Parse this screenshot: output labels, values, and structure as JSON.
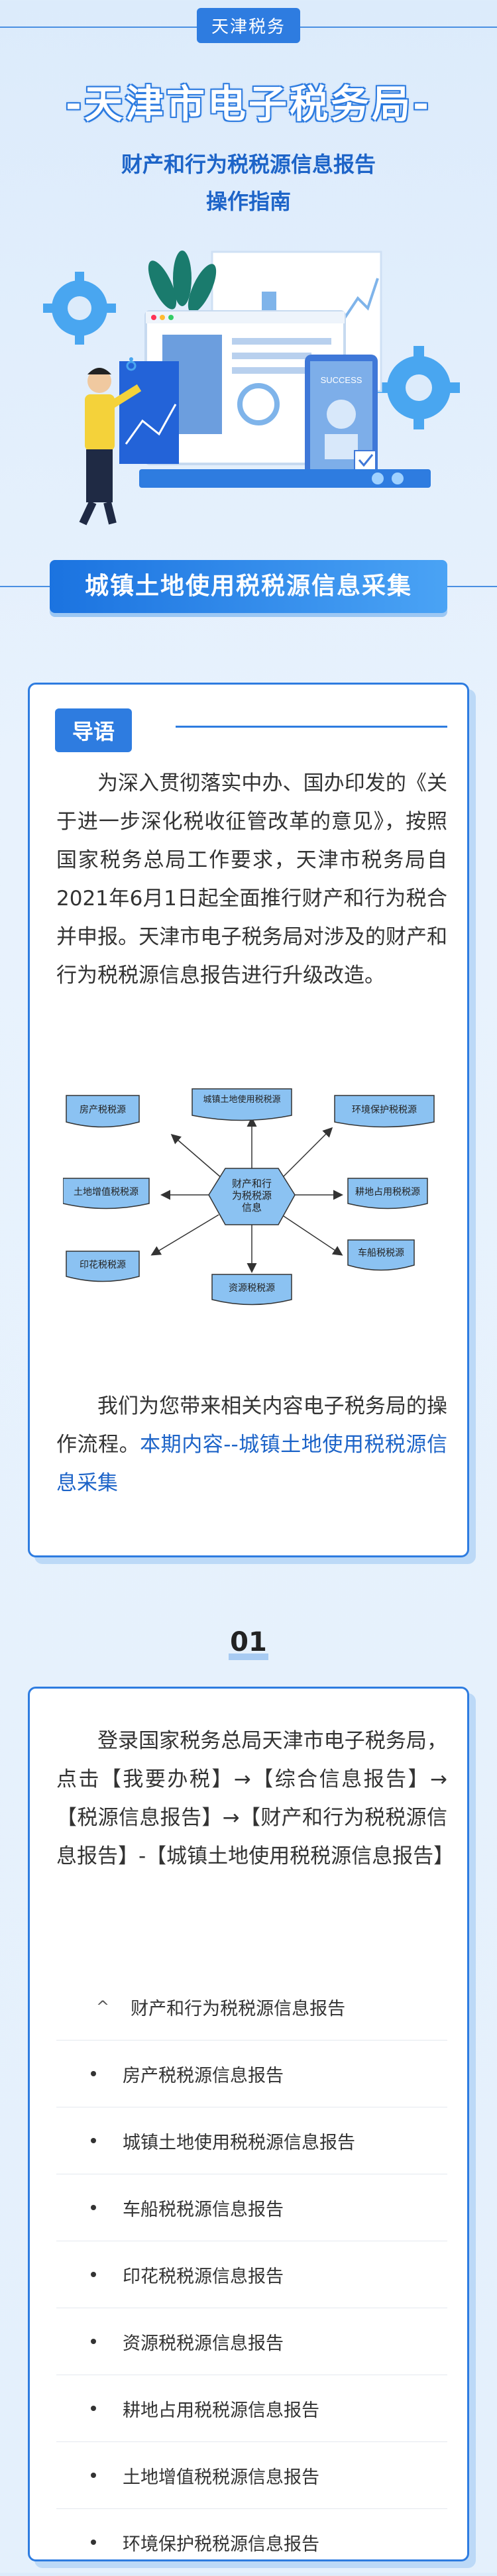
{
  "header": {
    "tag": "天津税务",
    "main_title": "-天津市电子税务局-",
    "subtitle_line1": "财产和行为税税源信息报告",
    "subtitle_line2": "操作指南"
  },
  "hero": {
    "screen_label": "SUCCESS"
  },
  "section_banner": "城镇土地使用税税源信息采集",
  "intro": {
    "tag": "导语",
    "paragraph1": "为深入贯彻落实中办、国办印发的《关于进一步深化税收征管改革的意见》，按照国家税务总局工作要求，天津市税务局自2021年6月1日起全面推行财产和行为税合并申报。天津市电子税务局对涉及的财产和行为税税源信息报告进行升级改造。",
    "paragraph2_plain": "我们为您带来相关内容电子税务局的操作流程。",
    "paragraph2_highlight": "本期内容--城镇土地使用税税源信息采集"
  },
  "diagram": {
    "center": "财产和行为税税源信息",
    "nodes": [
      "房产税税源",
      "城镇土地使用税税源",
      "环境保护税税源",
      "土地增值税税源",
      "耕地占用税税源",
      "印花税税源",
      "车船税税源",
      "资源税税源"
    ]
  },
  "step": {
    "number": "01",
    "text": "登录国家税务总局天津市电子税务局，点击【我要办税】→【综合信息报告】→【税源信息报告】→【财产和行为税税源信息报告】-【城镇土地使用税税源信息报告】",
    "menu_parent": "财产和行为税税源信息报告",
    "menu_caret": "^",
    "menu_items": [
      "房产税税源信息报告",
      "城镇土地使用税税源信息报告",
      "车船税税源信息报告",
      "印花税税源信息报告",
      "资源税税源信息报告",
      "耕地占用税税源信息报告",
      "土地增值税税源信息报告",
      "环境保护税税源信息报告"
    ]
  },
  "colors": {
    "primary": "#2e7ce0",
    "highlight_text": "#1d64c8",
    "background": "#e4f0fc"
  }
}
